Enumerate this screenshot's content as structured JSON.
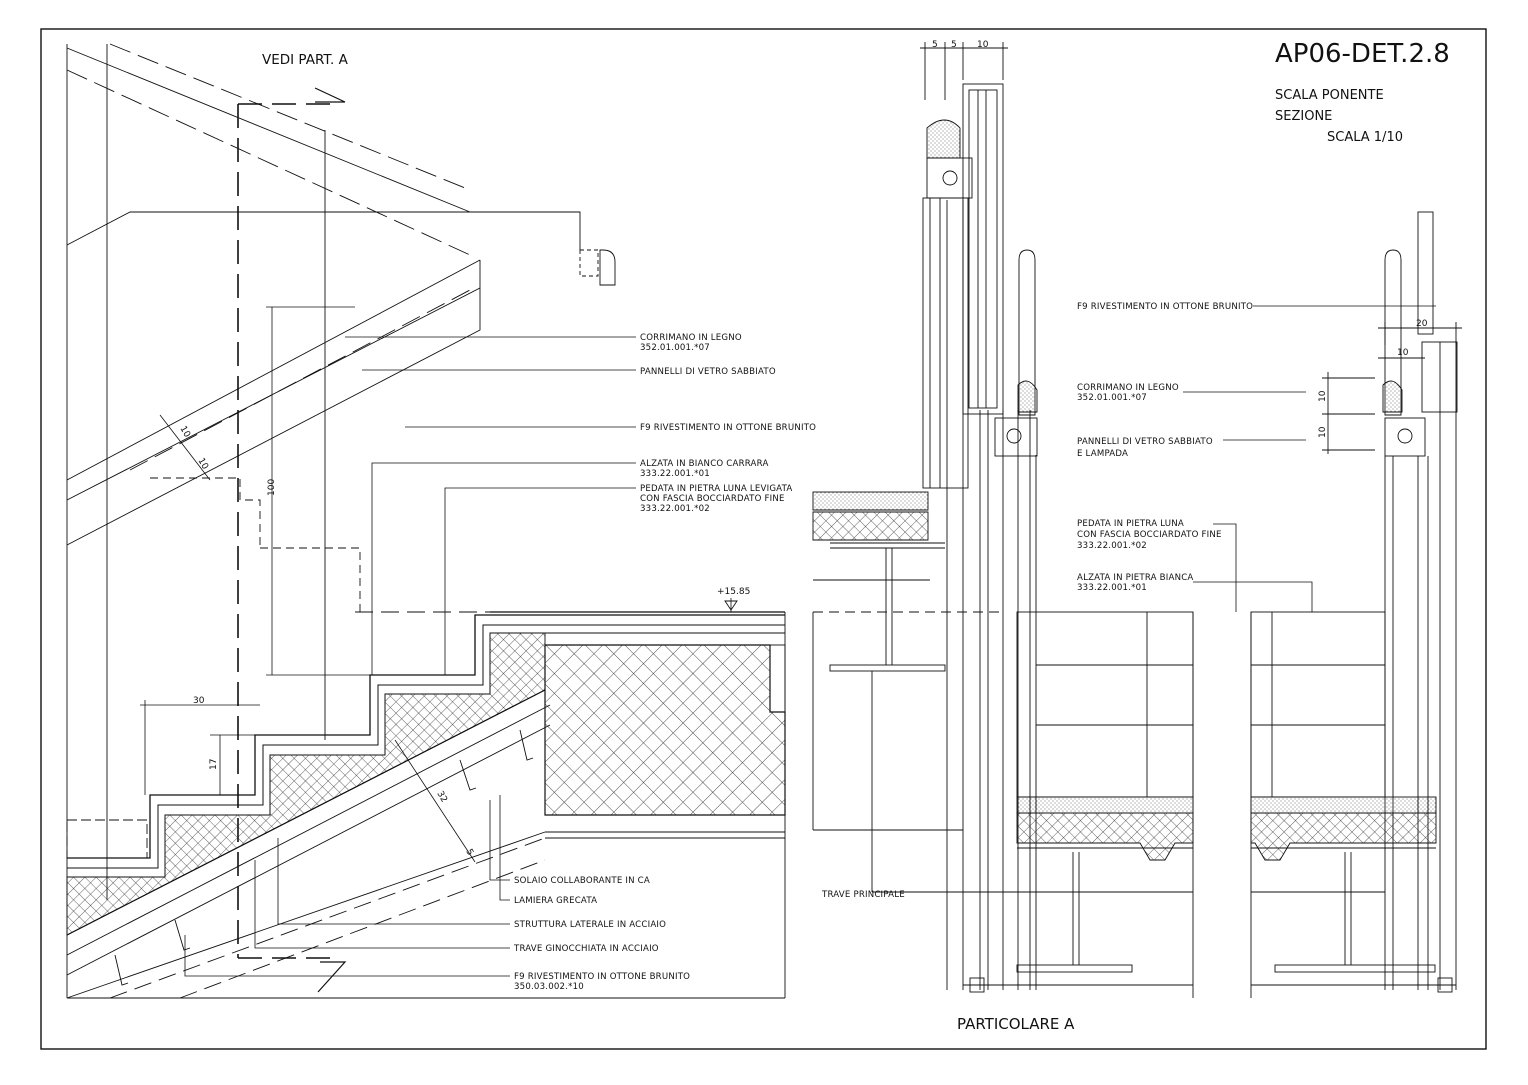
{
  "sheet": {
    "code": "AP06-DET.2.8",
    "subtitle_1": "SCALA PONENTE",
    "subtitle_2": "SEZIONE",
    "scale": "SCALA 1/10"
  },
  "section": {
    "vedi_label": "VEDI PART. A",
    "level_mark": "+15.85",
    "dims": {
      "d100": "100",
      "d30": "30",
      "d17": "17",
      "d32": "32",
      "d5": "5",
      "d10a": "10",
      "d10b": "10"
    },
    "labels": {
      "corrimano_1": "CORRIMANO IN LEGNO",
      "corrimano_2": "352.01.001.*07",
      "pannelli": "PANNELLI DI VETRO SABBIATO",
      "f9": "F9 RIVESTIMENTO IN OTTONE BRUNITO",
      "alzata_1": "ALZATA IN BIANCO CARRARA",
      "alzata_2": "333.22.001.*01",
      "pedata_1": "PEDATA IN PIETRA LUNA LEVIGATA",
      "pedata_2": "CON FASCIA BOCCIARDATO FINE",
      "pedata_3": "333.22.001.*02",
      "solaio": "SOLAIO COLLABORANTE IN CA",
      "lamiera": "LAMIERA GRECATA",
      "struttura": "STRUTTURA LATERALE IN ACCIAIO",
      "trave_gin": "TRAVE GINOCCHIATA IN ACCIAIO",
      "f9b_1": "F9 RIVESTIMENTO IN OTTONE BRUNITO",
      "f9b_2": "350.03.002.*10"
    }
  },
  "detail": {
    "title": "PARTICOLARE A",
    "top_dims": {
      "a": "5",
      "b": "5",
      "c": "10"
    },
    "right_dims": {
      "w20": "20",
      "w10": "10",
      "v10a": "10",
      "v10b": "10"
    },
    "labels": {
      "f9": "F9 RIVESTIMENTO IN OTTONE BRUNITO",
      "corrimano_1": "CORRIMANO IN LEGNO",
      "corrimano_2": "352.01.001.*07",
      "pannelli_1": "PANNELLI DI VETRO SABBIATO",
      "pannelli_2": "E LAMPADA",
      "pedata_1": "PEDATA IN PIETRA LUNA",
      "pedata_2": "CON FASCIA BOCCIARDATO FINE",
      "pedata_3": "333.22.001.*02",
      "alzata_1": "ALZATA IN PIETRA BIANCA",
      "alzata_2": "333.22.001.*01",
      "trave": "TRAVE PRINCIPALE"
    }
  }
}
